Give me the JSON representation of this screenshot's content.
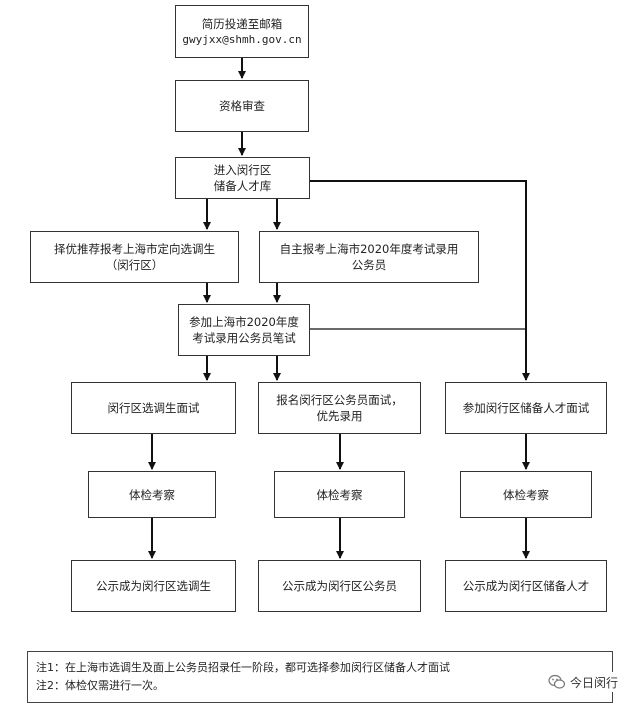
{
  "colors": {
    "line": "#111111",
    "box_border": "#333333",
    "text": "#222222"
  },
  "nodes": {
    "submit_resume": {
      "line1": "简历投递至邮箱",
      "line2": "gwyjxx@shmh.gov.cn"
    },
    "qualification_review": {
      "label": "资格审查"
    },
    "enter_reserve": {
      "line1": "进入闵行区",
      "line2": "储备人才库"
    },
    "targeted_selection": {
      "line1": "择优推荐报考上海市定向选调生",
      "line2": "（闵行区）"
    },
    "self_register": {
      "line1": "自主报考上海市2020年度考试录用",
      "line2": "公务员"
    },
    "written_exam": {
      "line1": "参加上海市2020年度",
      "line2": "考试录用公务员笔试"
    },
    "interview_selected": {
      "label": "闵行区选调生面试"
    },
    "interview_civil": {
      "line1": "报名闵行区公务员面试，",
      "line2": "优先录用"
    },
    "interview_reserve": {
      "label": "参加闵行区储备人才面试"
    },
    "exam_check_1": {
      "label": "体检考察"
    },
    "exam_check_2": {
      "label": "体检考察"
    },
    "exam_check_3": {
      "label": "体检考察"
    },
    "publish_selected": {
      "label": "公示成为闵行区选调生"
    },
    "publish_civil": {
      "label": "公示成为闵行区公务员"
    },
    "publish_reserve": {
      "label": "公示成为闵行区储备人才"
    }
  },
  "notes": {
    "note1": "注1：在上海市选调生及面上公务员招录任一阶段，都可选择参加闵行区储备人才面试",
    "note2": "注2：体检仅需进行一次。"
  },
  "watermark": {
    "icon": "wechat-icon",
    "label": "今日闵行"
  }
}
